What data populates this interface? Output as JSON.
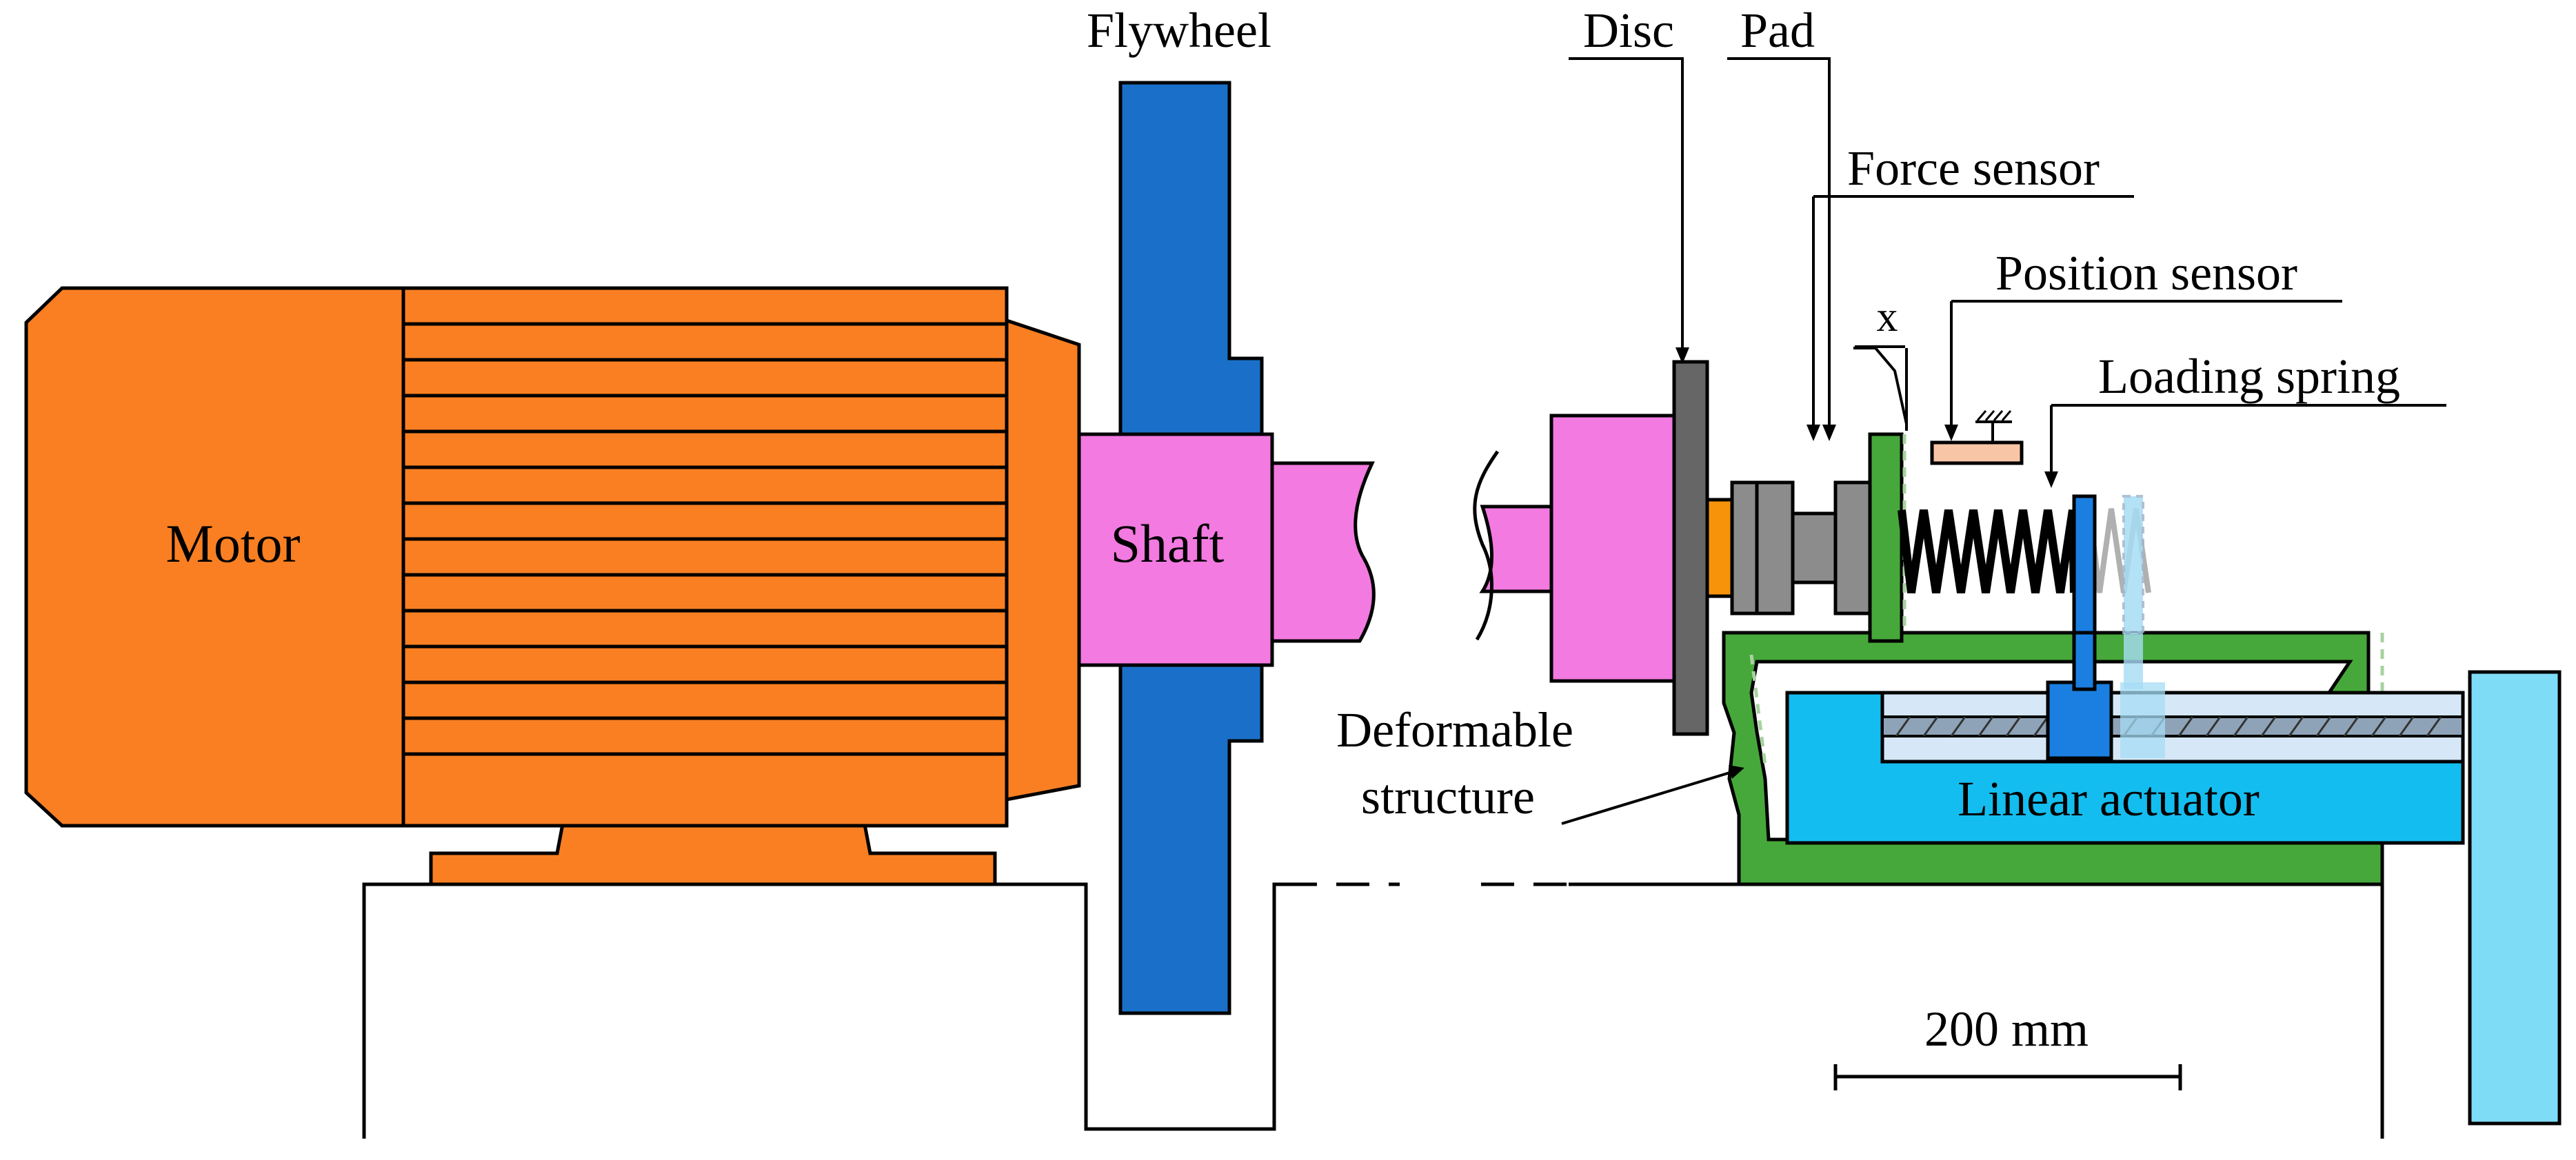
{
  "labels": {
    "motor": "Motor",
    "shaft": "Shaft",
    "flywheel": "Flywheel",
    "disc": "Disc",
    "pad": "Pad",
    "force_sensor": "Force sensor",
    "position_sensor": "Position sensor",
    "loading_spring": "Loading spring",
    "displacement": "x",
    "deformable_line1": "Deformable",
    "deformable_line2": "structure",
    "linear_actuator": "Linear actuator",
    "scale": "200 mm"
  },
  "colors": {
    "motor": "#f97f22",
    "flywheel": "#1a70c9",
    "shaft": "#f27ae0",
    "disc": "#666666",
    "pad_friction": "#f7930a",
    "sensor_grey": "#8c8c8c",
    "structure": "#46a83a",
    "actuator": "#14bdef",
    "actuator_end": "#7fdcf7",
    "position_sensor": "#f8c6a7",
    "spring_plate": "#1a7fe0"
  }
}
